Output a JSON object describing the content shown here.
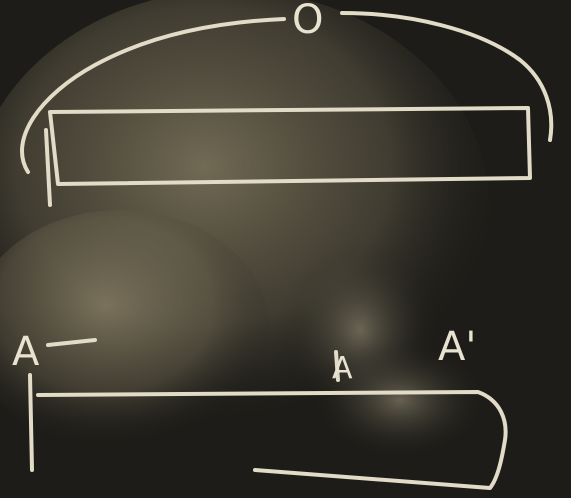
{
  "labels": {
    "top": "O",
    "left": "A",
    "right": "A'",
    "middle": "A"
  },
  "colors": {
    "board": "#1d1c18",
    "chalk": "#e2dbc8",
    "smudge": "#8e8468"
  }
}
